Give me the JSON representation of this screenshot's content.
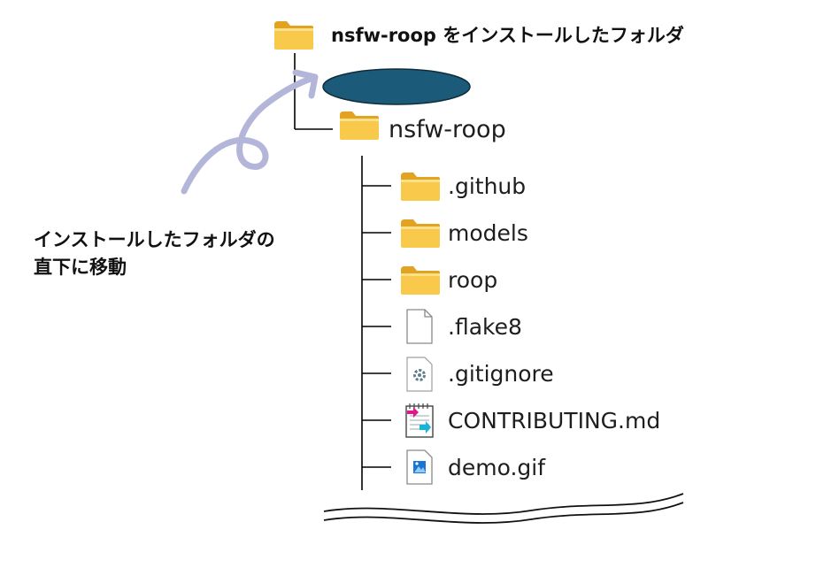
{
  "root_folder": {
    "label": "nsfw-roop をインストールしたフォルダ",
    "icon": "folder-icon"
  },
  "annotation": {
    "line1": "インストールしたフォルダの",
    "line2": "直下に移動"
  },
  "subfolder": {
    "label": "nsfw-roop",
    "icon": "folder-icon"
  },
  "children": [
    {
      "label": ".github",
      "icon": "folder-icon"
    },
    {
      "label": "models",
      "icon": "folder-icon"
    },
    {
      "label": "roop",
      "icon": "folder-icon"
    },
    {
      "label": ".flake8",
      "icon": "file-icon"
    },
    {
      "label": ".gitignore",
      "icon": "settings-file-icon"
    },
    {
      "label": "CONTRIBUTING.md",
      "icon": "markdown-file-icon"
    },
    {
      "label": "demo.gif",
      "icon": "image-file-icon"
    }
  ],
  "colors": {
    "folder_yellow": "#f7c948",
    "folder_dark": "#e1a622",
    "highlight_oval": "#1b5b79",
    "arrow": "#b3b6d8",
    "tree_line": "#000000"
  }
}
